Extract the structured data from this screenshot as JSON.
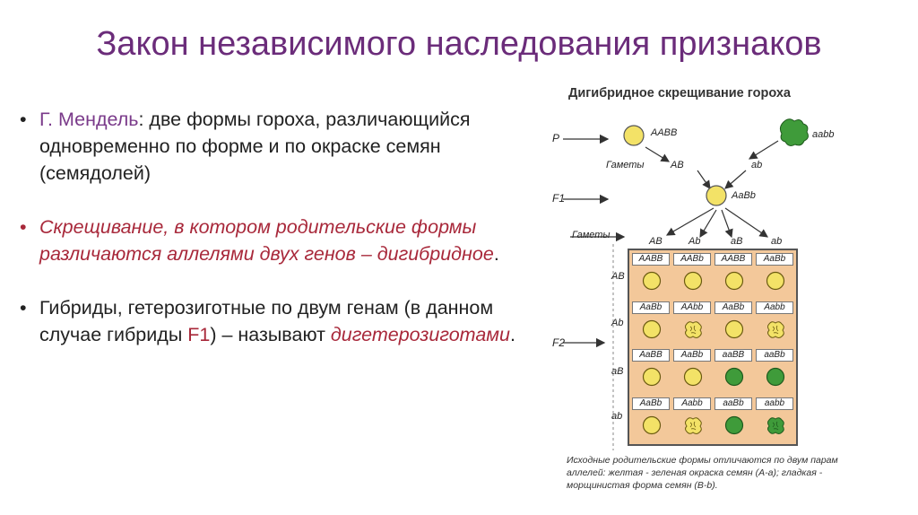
{
  "title": "Закон независимого наследования признаков",
  "bullets": [
    {
      "part1": "Г. Мендель",
      "part2": ": две формы гороха, различающийся одновременно по форме и по окраске семян (семядолей)"
    },
    {
      "text1": "Скрещивание, в котором родительские формы различаются аллелями двух генов – дигибридное",
      "text2": "."
    },
    {
      "part1": "Гибриды, гетерозиготные по двум генам (в данном случае гибриды ",
      "part2": "F1",
      "part3": ") – называют ",
      "part4": "дигетерозиготами",
      "part5": "."
    }
  ],
  "figure": {
    "title": "Дигибридное скрещивание гороха",
    "p_label": "P",
    "f1_label": "F1",
    "f2_label": "F2",
    "gametes_label": "Гаметы",
    "parent1_genotype": "AABB",
    "parent2_genotype": "aabb",
    "gamete_ab_upper": "AB",
    "gamete_ab_lower": "ab",
    "f1_genotype": "AaBb",
    "gametes_cols": [
      "AB",
      "Ab",
      "aB",
      "ab"
    ],
    "gametes_rows": [
      "AB",
      "Ab",
      "aB",
      "ab"
    ],
    "grid": [
      [
        "AABB",
        "AABb",
        "AABB",
        "AaBb"
      ],
      [
        "AaBb",
        "AAbb",
        "AaBb",
        "Aabb"
      ],
      [
        "AaBB",
        "AaBb",
        "aaBB",
        "aaBb"
      ],
      [
        "AaBb",
        "Aabb",
        "aaBb",
        "aabb"
      ]
    ],
    "phenotypes": [
      [
        "yellow-round",
        "yellow-round",
        "yellow-round",
        "yellow-round"
      ],
      [
        "yellow-round",
        "yellow-wrinkled",
        "yellow-round",
        "yellow-wrinkled"
      ],
      [
        "yellow-round",
        "yellow-round",
        "green-round",
        "green-round"
      ],
      [
        "yellow-round",
        "yellow-wrinkled",
        "green-round",
        "green-wrinkled"
      ]
    ],
    "caption": "Исходные родительские формы отличаются по двум парам аллелей: желтая - зеленая окраска семян (A-a); гладкая - морщинистая форма семян (B-b).",
    "colors": {
      "yellow": "#f3e267",
      "green": "#3f9b3a",
      "grid_bg": "#f3c89a"
    }
  }
}
